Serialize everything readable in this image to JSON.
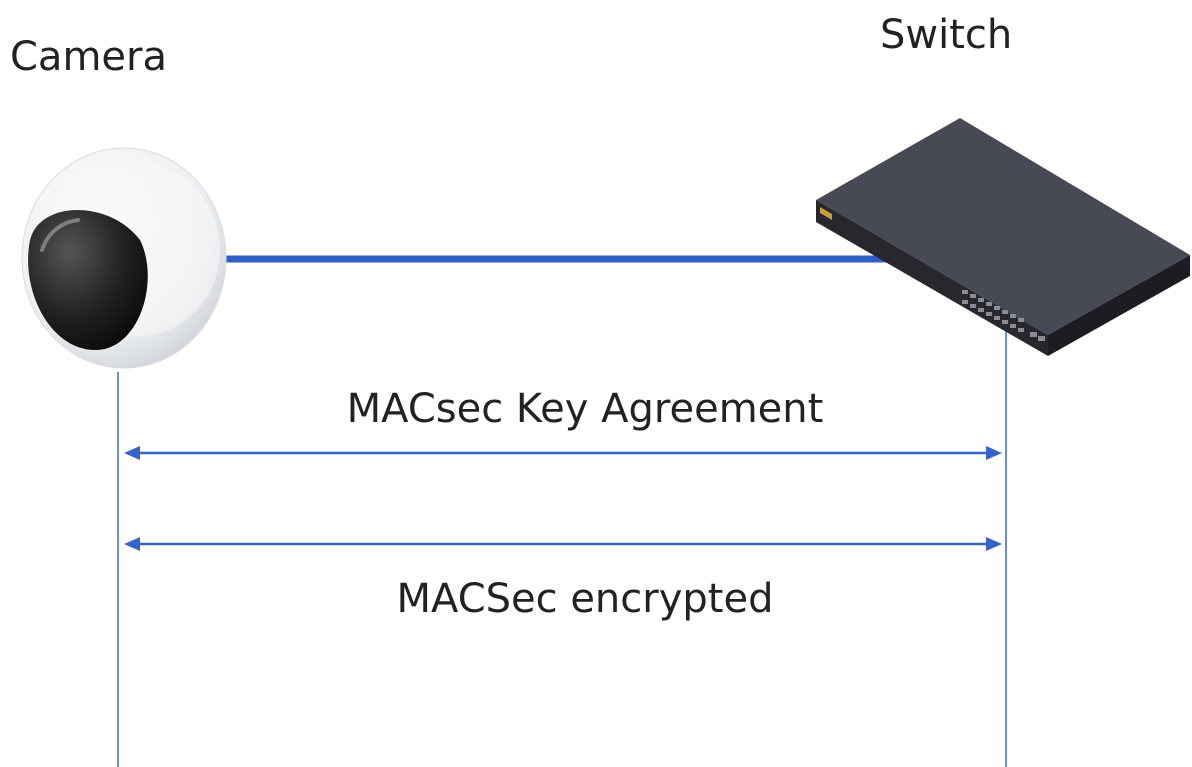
{
  "nodes": {
    "camera": {
      "label": "Camera",
      "icon": "dome-camera-icon"
    },
    "switch": {
      "label": "Switch",
      "icon": "network-switch-icon"
    }
  },
  "messages": [
    {
      "label": "MACsec Key Agreement",
      "direction": "bidirectional"
    },
    {
      "label": "MACSec encrypted",
      "direction": "bidirectional"
    }
  ],
  "colors": {
    "cable": "#2f5fc4",
    "lifeline": "#6b8fd6",
    "arrow": "#3563c9",
    "text": "#222222",
    "switch_body": "#3b3d46"
  }
}
